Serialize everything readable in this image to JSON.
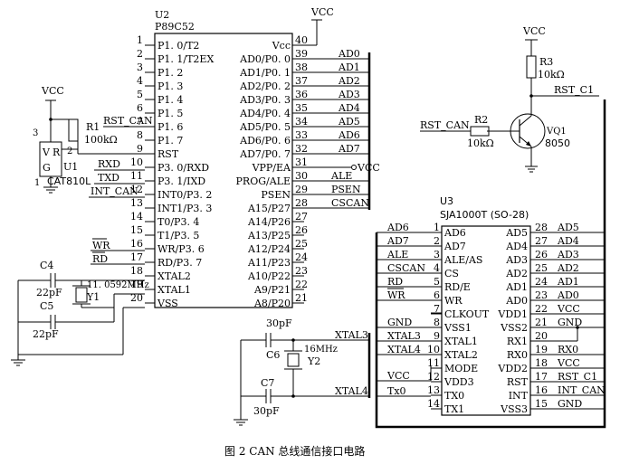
{
  "caption": "图 2   CAN 总线通信接口电路",
  "u2": {
    "ref": "U2",
    "part": "P89C52",
    "left_pins": [
      {
        "num": "1",
        "name": "P1. 0/T2"
      },
      {
        "num": "2",
        "name": "P1. 1/T2EX"
      },
      {
        "num": "3",
        "name": "P1. 2"
      },
      {
        "num": "4",
        "name": "P1. 3"
      },
      {
        "num": "5",
        "name": "P1. 4"
      },
      {
        "num": "6",
        "name": "P1. 5"
      },
      {
        "num": "7",
        "name": "P1. 6"
      },
      {
        "num": "8",
        "name": "P1. 7"
      },
      {
        "num": "9",
        "name": "RST"
      },
      {
        "num": "10",
        "name": "P3. 0/RXD"
      },
      {
        "num": "11",
        "name": "P3. 1/IXD"
      },
      {
        "num": "12",
        "name": "INT0/P3. 2"
      },
      {
        "num": "13",
        "name": "INT1/P3. 3"
      },
      {
        "num": "14",
        "name": "T0/P3. 4"
      },
      {
        "num": "15",
        "name": "T1/P3. 5"
      },
      {
        "num": "16",
        "name": "WR/P3. 6"
      },
      {
        "num": "17",
        "name": "RD/P3. 7"
      },
      {
        "num": "18",
        "name": "XTAL2"
      },
      {
        "num": "19",
        "name": "XTAL1"
      },
      {
        "num": "20",
        "name": "VSS"
      }
    ],
    "right_pins": [
      {
        "num": "40",
        "name": "Vcc"
      },
      {
        "num": "39",
        "name": "AD0/P0. 0"
      },
      {
        "num": "38",
        "name": "AD1/P0. 1"
      },
      {
        "num": "37",
        "name": "AD2/P0. 2"
      },
      {
        "num": "36",
        "name": "AD3/P0. 3"
      },
      {
        "num": "35",
        "name": "AD4/P0. 4"
      },
      {
        "num": "34",
        "name": "AD5/P0. 5"
      },
      {
        "num": "33",
        "name": "AD6/P0. 6"
      },
      {
        "num": "32",
        "name": "AD7/P0. 7"
      },
      {
        "num": "31",
        "name": "VPP/EA"
      },
      {
        "num": "30",
        "name": "PROG/ALE"
      },
      {
        "num": "29",
        "name": "PSEN"
      },
      {
        "num": "28",
        "name": "A15/P27"
      },
      {
        "num": "27",
        "name": "A14/P26"
      },
      {
        "num": "26",
        "name": "A13/P25"
      },
      {
        "num": "25",
        "name": "A12/P24"
      },
      {
        "num": "24",
        "name": "A11/P23"
      },
      {
        "num": "23",
        "name": "A10/P22"
      },
      {
        "num": "22",
        "name": "A9/P21"
      },
      {
        "num": "21",
        "name": "A8/P20"
      }
    ],
    "left_nets": [
      {
        "pin": "7",
        "label": "RST_CAN"
      },
      {
        "pin": "10",
        "label": "RXD"
      },
      {
        "pin": "11",
        "label": "TXD"
      },
      {
        "pin": "12",
        "label": "INT_CAN"
      },
      {
        "pin": "16",
        "label": "WR"
      },
      {
        "pin": "17",
        "label": "RD"
      }
    ],
    "right_nets": [
      "AD0",
      "AD1",
      "AD2",
      "AD3",
      "AD4",
      "AD5",
      "AD6",
      "AD7",
      "VCC",
      "ALE",
      "PSEN",
      "CSCAN"
    ]
  },
  "u3": {
    "ref": "U3",
    "part": "SJA1000T (SO-28)",
    "left_pins": [
      {
        "num": "1",
        "name": "AD6"
      },
      {
        "num": "2",
        "name": "AD7"
      },
      {
        "num": "3",
        "name": "ALE/AS"
      },
      {
        "num": "4",
        "name": "CS"
      },
      {
        "num": "5",
        "name": "RD/E"
      },
      {
        "num": "6",
        "name": "WR"
      },
      {
        "num": "7",
        "name": "CLKOUT"
      },
      {
        "num": "8",
        "name": "VSS1"
      },
      {
        "num": "9",
        "name": "XTAL1"
      },
      {
        "num": "10",
        "name": "XTAL2"
      },
      {
        "num": "11",
        "name": "MODE"
      },
      {
        "num": "12",
        "name": "VDD3"
      },
      {
        "num": "13",
        "name": "TX0"
      },
      {
        "num": "14",
        "name": "TX1"
      }
    ],
    "right_pins": [
      {
        "num": "28",
        "name": "AD5"
      },
      {
        "num": "27",
        "name": "AD4"
      },
      {
        "num": "26",
        "name": "AD3"
      },
      {
        "num": "25",
        "name": "AD2"
      },
      {
        "num": "24",
        "name": "AD1"
      },
      {
        "num": "23",
        "name": "AD0"
      },
      {
        "num": "22",
        "name": "VDD1"
      },
      {
        "num": "21",
        "name": "VSS2"
      },
      {
        "num": "20",
        "name": "RX1"
      },
      {
        "num": "19",
        "name": "RX0"
      },
      {
        "num": "18",
        "name": "VDD2"
      },
      {
        "num": "17",
        "name": "RST"
      },
      {
        "num": "16",
        "name": "INT"
      },
      {
        "num": "15",
        "name": "VSS3"
      }
    ],
    "left_nets": [
      "AD6",
      "AD7",
      "ALE",
      "CSCAN",
      "RD",
      "WR",
      "GND",
      "XTAL3",
      "XTAL4",
      "VCC",
      "Tx0"
    ],
    "right_nets": [
      "AD5",
      "AD4",
      "AD3",
      "AD2",
      "AD1",
      "AD0",
      "VCC",
      "GND",
      "RX0",
      "VCC",
      "RST_C1",
      "INT_CAN",
      "GND"
    ]
  },
  "u1": {
    "ref": "U1",
    "part": "CAT810L",
    "pin_v": "V",
    "pin_r": "R",
    "pin_g": "G",
    "n1": "3",
    "n2": "2",
    "n3": "1"
  },
  "r1": {
    "ref": "R1",
    "value": "100kΩ"
  },
  "r2": {
    "ref": "R2",
    "value": "10kΩ",
    "net": "RST_CAN"
  },
  "r3": {
    "ref": "R3",
    "value": "10kΩ"
  },
  "q1": {
    "ref": "VQ1",
    "part": "8050",
    "net": "RST_C1"
  },
  "c4": {
    "ref": "C4",
    "value": "22pF"
  },
  "c5": {
    "ref": "C5",
    "value": "22pF"
  },
  "c6": {
    "ref": "C6",
    "value": "30pF"
  },
  "c7": {
    "ref": "C7",
    "value": "30pF"
  },
  "y1": {
    "ref": "Y1",
    "value": "11. 0592MHz"
  },
  "y2": {
    "ref": "Y2",
    "value": "16MHz"
  },
  "vcc": "VCC",
  "xtal3": "XTAL3",
  "xtal4": "XTAL4"
}
